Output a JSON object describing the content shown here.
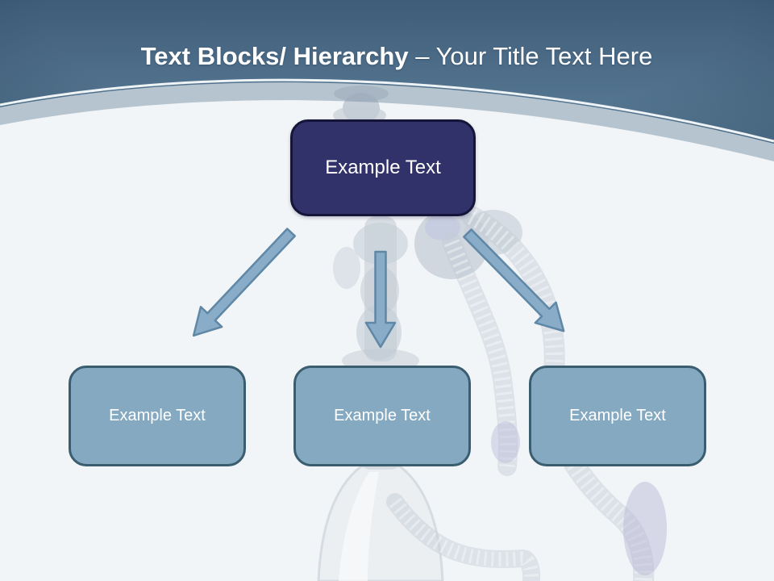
{
  "slide": {
    "title": {
      "bold_text": "Text Blocks/ Hierarchy",
      "regular_text": "– Your Title Text Here"
    },
    "hierarchy": {
      "root_label": "Example Text",
      "children": [
        {
          "label": "Example Text"
        },
        {
          "label": "Example Text"
        },
        {
          "label": "Example Text"
        }
      ]
    },
    "watermark": "hookah water pipe photo, faint, behind diagram",
    "colors": {
      "header_top": "#3f5c79",
      "header_bottom": "#7097af",
      "band": "#b6c4d0",
      "canvas": "#f2f5f7",
      "title_text": "#ffffff",
      "box_text": "#ffffff",
      "root_box_fill": "#32326b",
      "root_box_border": "#15153a",
      "child_box_fill": "#84a9c0",
      "child_box_border": "#3a5d70",
      "arrow_fill": "#89acc9",
      "arrow_border": "#5f87a6"
    }
  }
}
